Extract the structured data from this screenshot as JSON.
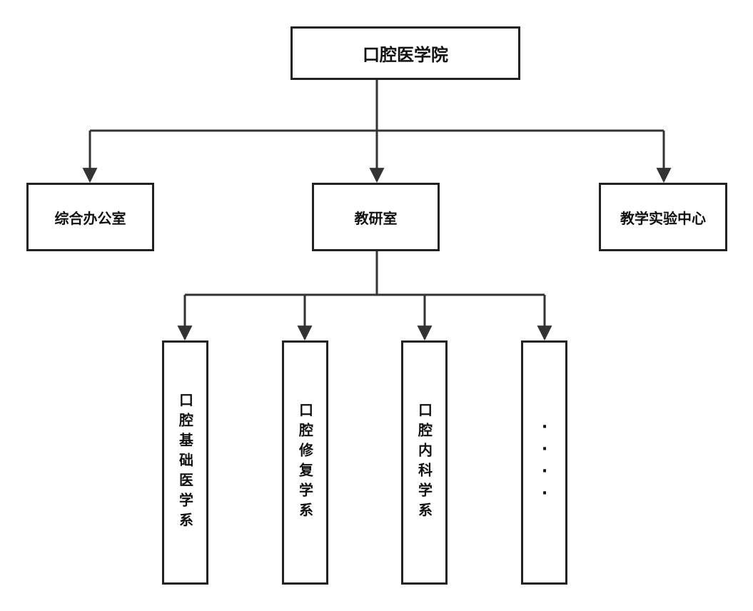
{
  "diagram": {
    "root": {
      "label": "口腔医学院"
    },
    "level2": [
      {
        "id": "office",
        "label": "综合办公室"
      },
      {
        "id": "teaching",
        "label": "教研室"
      },
      {
        "id": "lab",
        "label": "教学实验中心"
      }
    ],
    "departments": [
      {
        "label": "口腔基础医学系"
      },
      {
        "label": "口腔修复学系"
      },
      {
        "label": "口腔内科学系"
      },
      {
        "label": "····"
      }
    ]
  },
  "colors": {
    "line": "#333333",
    "border": "#222222",
    "background": "#ffffff"
  }
}
